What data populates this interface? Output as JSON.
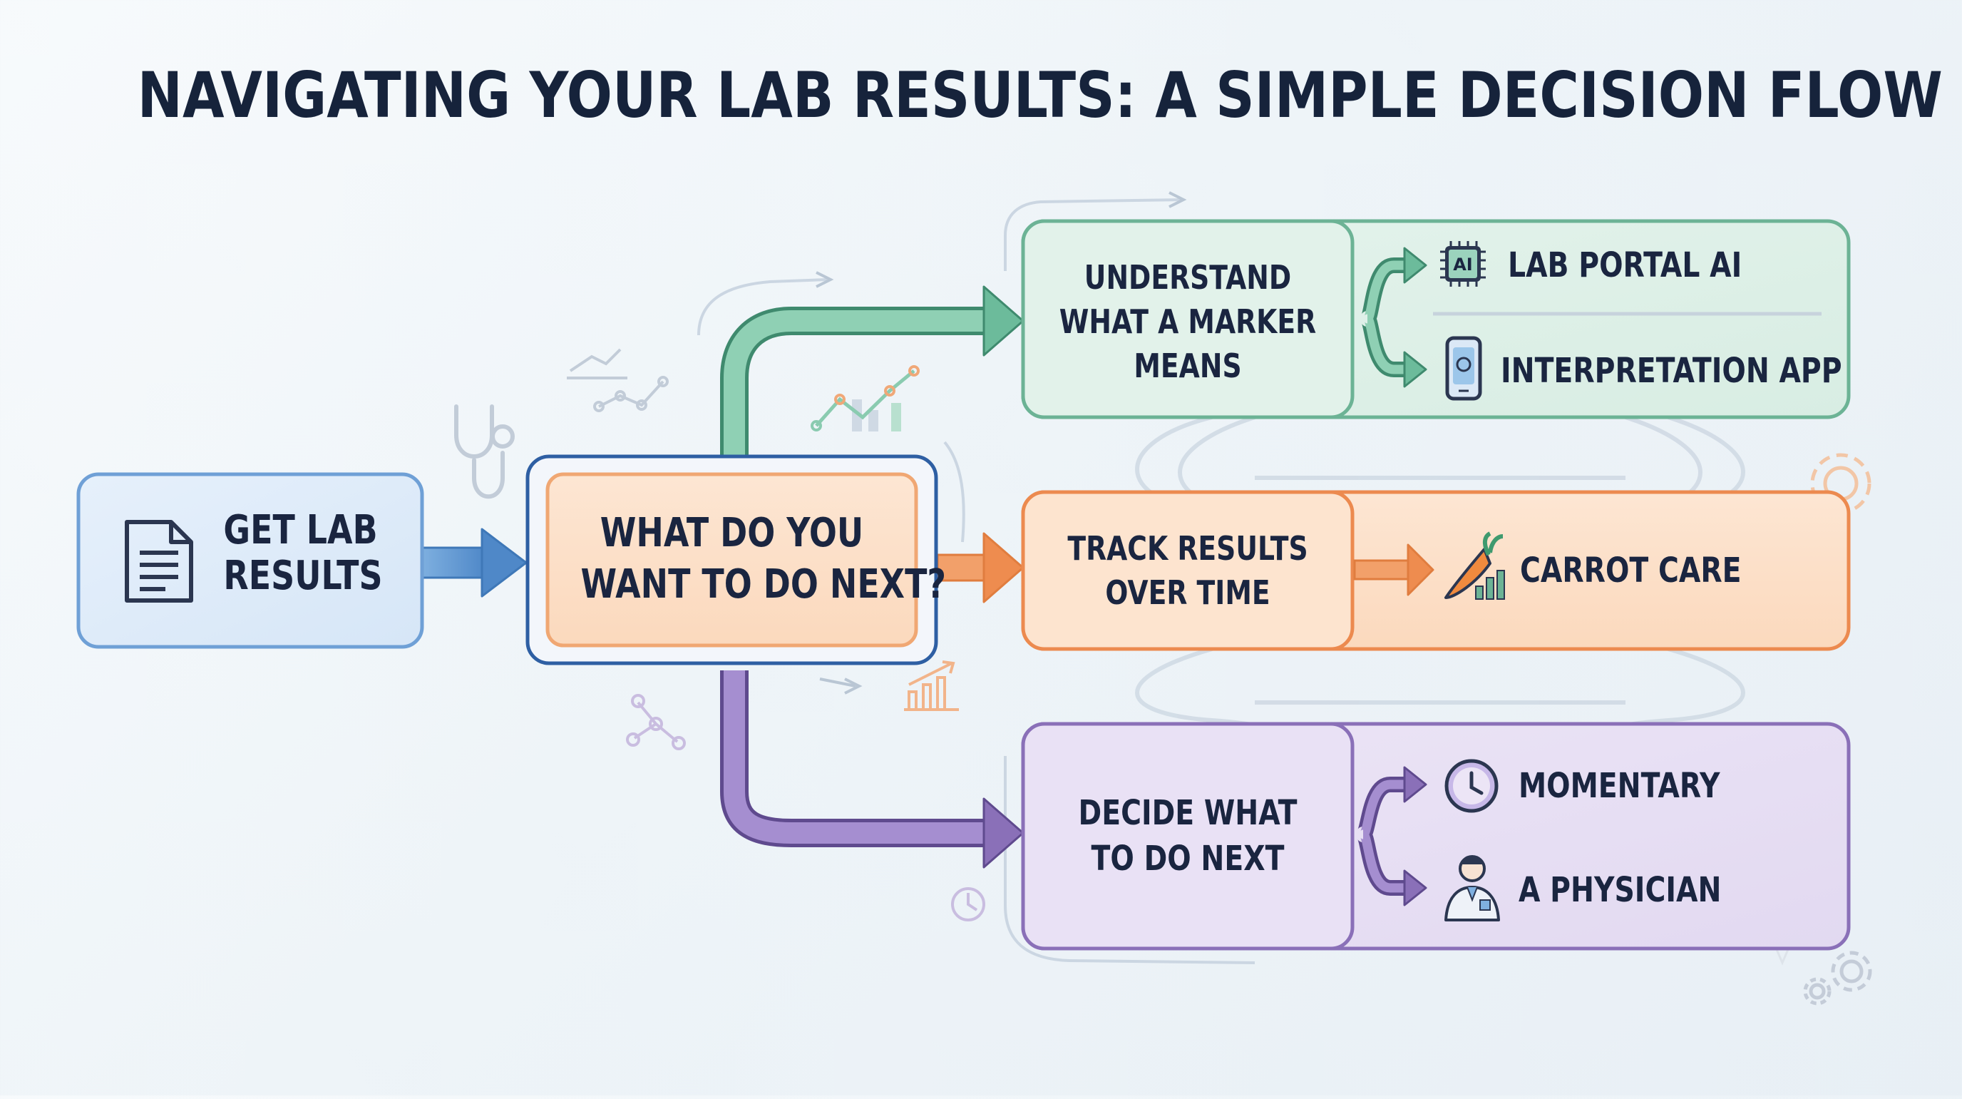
{
  "title": "NAVIGATING YOUR LAB RESULTS: A SIMPLE DECISION FLOW",
  "start": {
    "lines": [
      "GET LAB",
      "RESULTS"
    ]
  },
  "question": {
    "lines": [
      "WHAT DO YOU",
      "WANT TO DO NEXT?"
    ]
  },
  "branches": [
    {
      "id": "understand",
      "lines": [
        "UNDERSTAND",
        "WHAT A MARKER",
        "MEANS"
      ],
      "options": [
        {
          "label": "LAB PORTAL AI",
          "icon": "ai-chip-icon"
        },
        {
          "label": "INTERPRETATION APP",
          "icon": "phone-app-icon"
        }
      ]
    },
    {
      "id": "track",
      "lines": [
        "TRACK RESULTS",
        "OVER TIME"
      ],
      "options": [
        {
          "label": "CARROT CARE",
          "icon": "carrot-chart-icon"
        }
      ]
    },
    {
      "id": "decide",
      "lines": [
        "DECIDE WHAT",
        "TO DO NEXT"
      ],
      "options": [
        {
          "label": "MOMENTARY",
          "icon": "clock-icon"
        },
        {
          "label": "A PHYSICIAN",
          "icon": "physician-icon"
        }
      ]
    }
  ],
  "colors": {
    "blue": "#5b93cf",
    "orange": "#ec8a4f",
    "green": "#5aa88c",
    "purple": "#8a70b8",
    "navy": "#16233b"
  }
}
